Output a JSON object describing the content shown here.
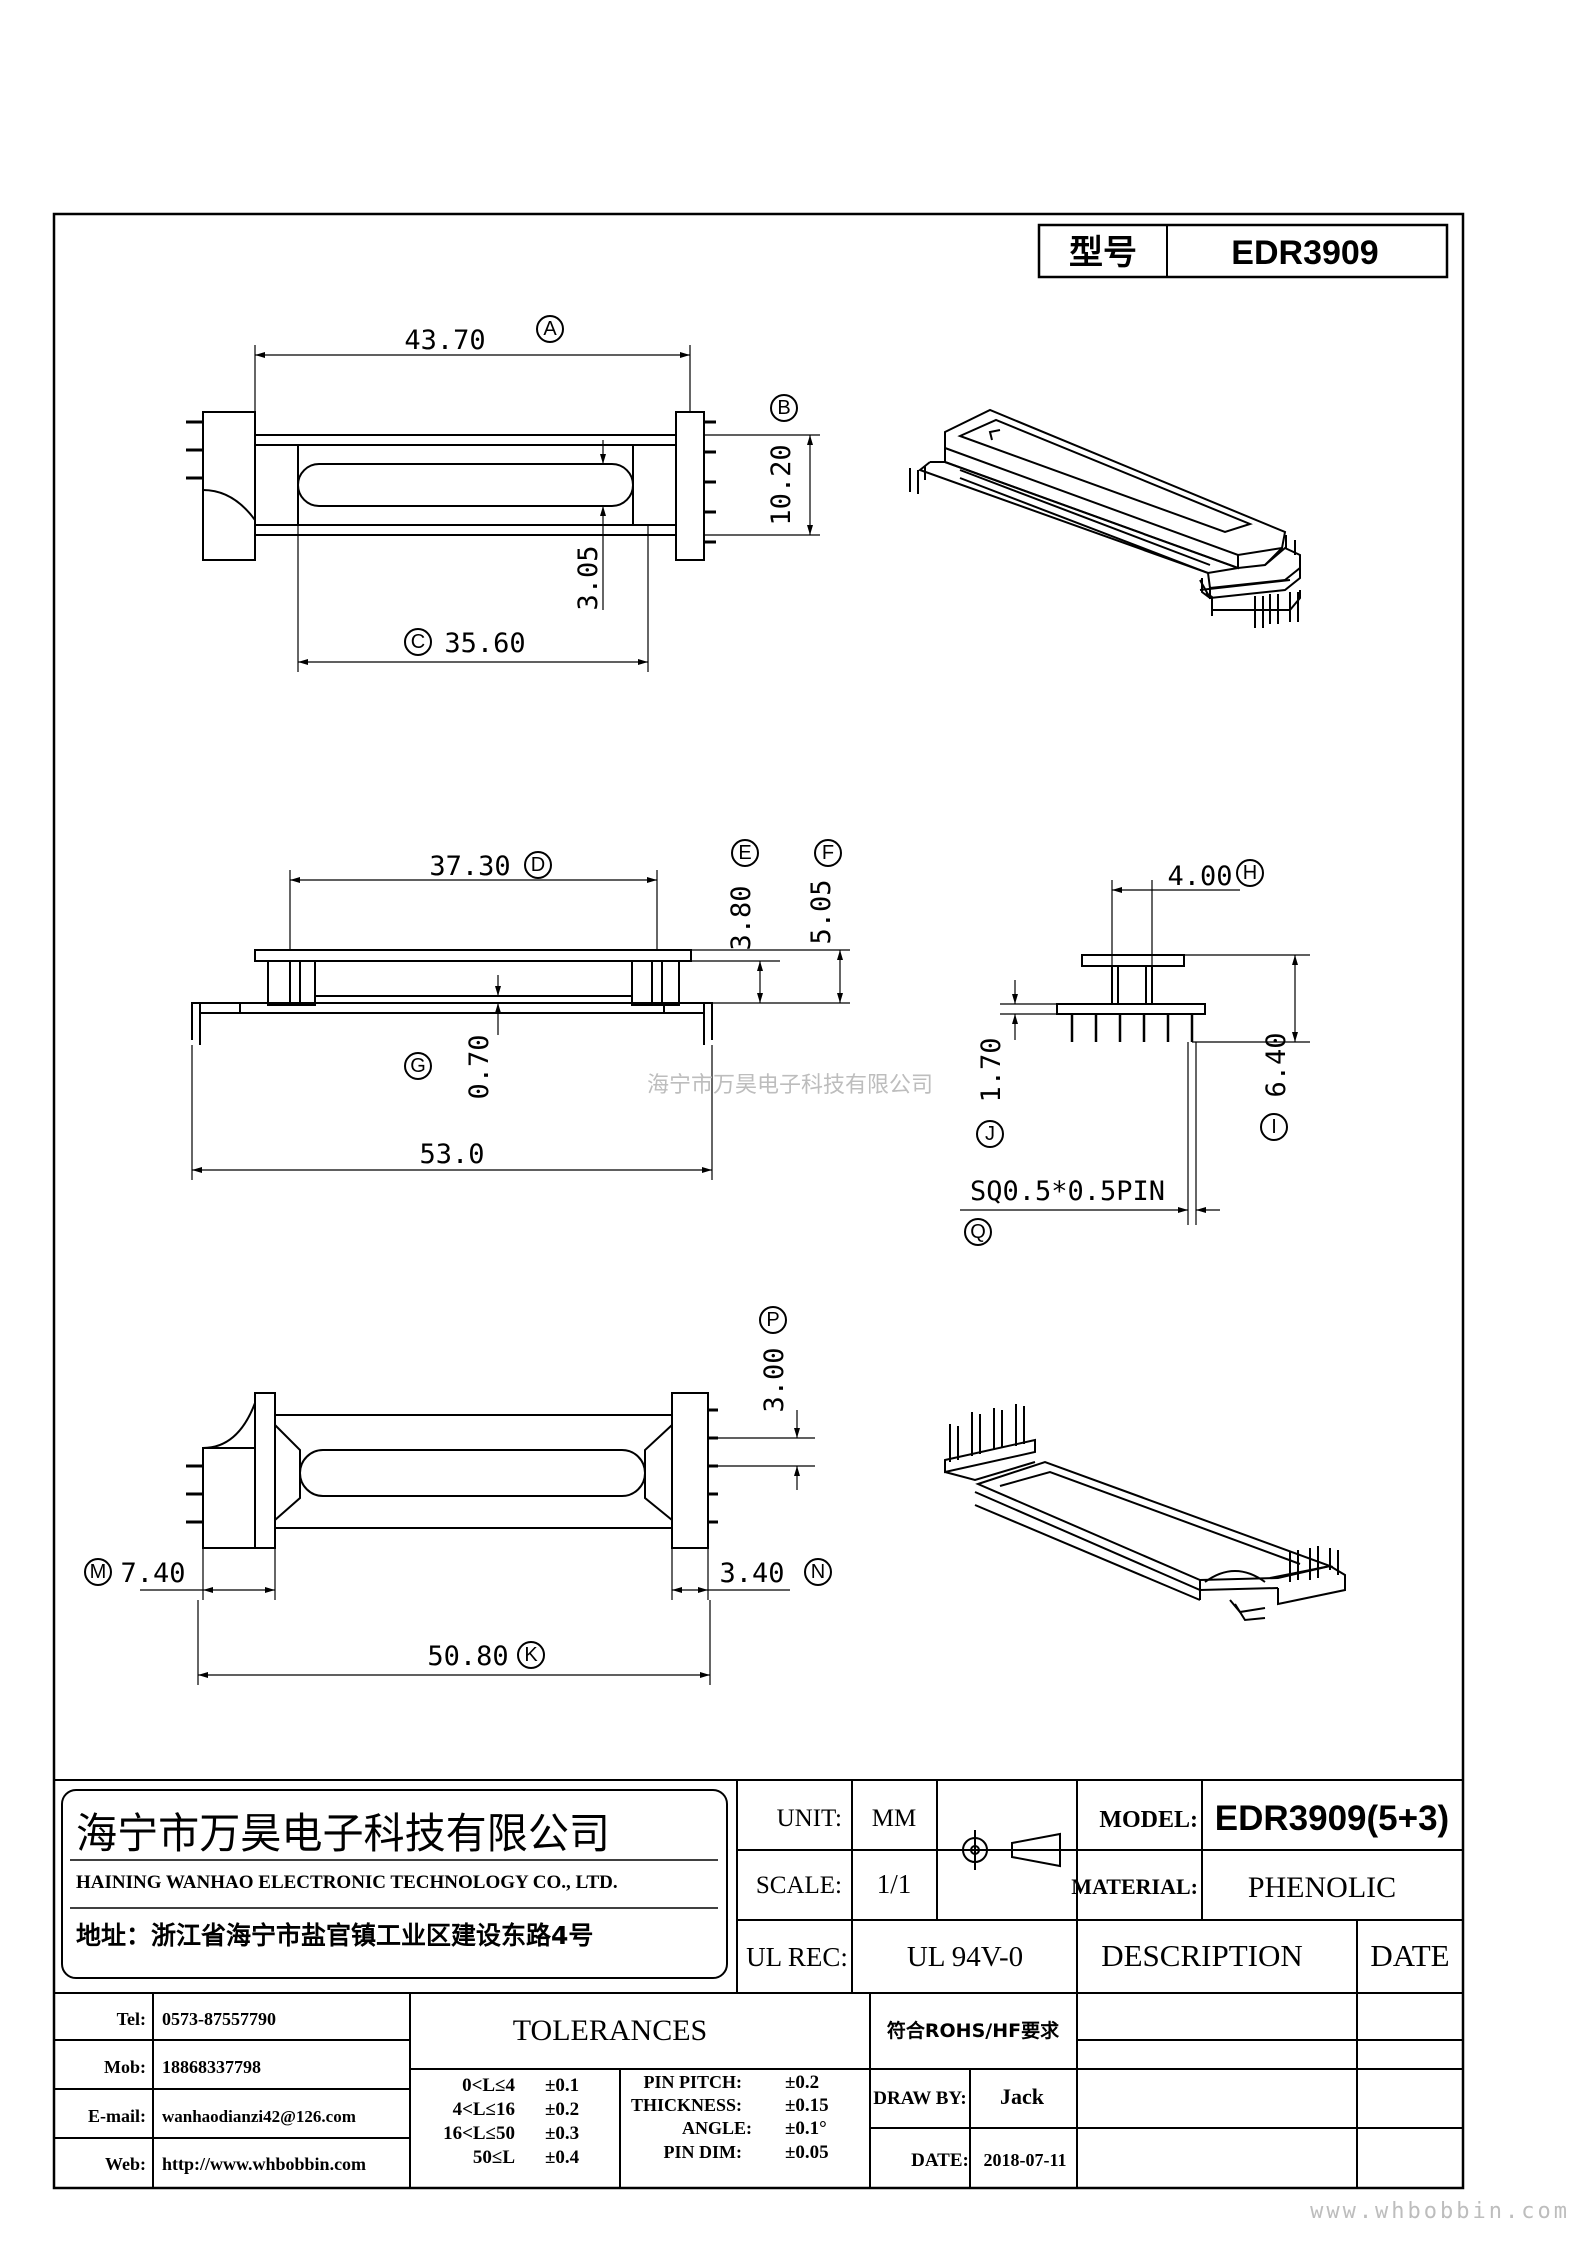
{
  "model_box": {
    "label": "型号",
    "value": "EDR3909"
  },
  "dimensions": {
    "A": {
      "letter": "A",
      "value": "43.70"
    },
    "B": {
      "letter": "B",
      "value": "10.20"
    },
    "C": {
      "letter": "C",
      "value": "35.60"
    },
    "width_305": {
      "value": "3.05"
    },
    "D": {
      "letter": "D",
      "value": "37.30"
    },
    "E": {
      "letter": "E",
      "value": "3.80"
    },
    "F": {
      "letter": "F",
      "value": "5.05"
    },
    "G": {
      "letter": "G",
      "value": "0.70"
    },
    "length_530": {
      "value": "53.0"
    },
    "H": {
      "letter": "H",
      "value": "4.00"
    },
    "I": {
      "letter": "I",
      "value": "6.40"
    },
    "J": {
      "letter": "J",
      "value": "1.70"
    },
    "Q": {
      "letter": "Q",
      "value": "SQ0.5*0.5PIN"
    },
    "P": {
      "letter": "P",
      "value": "3.00"
    },
    "M": {
      "letter": "M",
      "value": "7.40"
    },
    "N": {
      "letter": "N",
      "value": "3.40"
    },
    "K": {
      "letter": "K",
      "value": "50.80"
    }
  },
  "watermark_center": "海宁市万昊电子科技有限公司",
  "watermark_corner": "www.whbobbin.com",
  "company": {
    "name_cn": "海宁市万昊电子科技有限公司",
    "name_en": "HAINING WANHAO ELECTRONIC TECHNOLOGY CO., LTD.",
    "address": "地址：浙江省海宁市盐官镇工业区建设东路4号"
  },
  "contacts": [
    {
      "label": "Tel:",
      "value": "0573-87557790"
    },
    {
      "label": "Mob:",
      "value": "18868337798"
    },
    {
      "label": "E-mail:",
      "value": "wanhaodianzi42@126.com"
    },
    {
      "label": "Web:",
      "value": "http://www.whbobbin.com"
    }
  ],
  "title_block": {
    "unit_label": "UNIT:",
    "unit_value": "MM",
    "scale_label": "SCALE:",
    "scale_value": "1/1",
    "ul_label": "UL REC:",
    "ul_value": "UL 94V-0",
    "model_label": "MODEL:",
    "model_value": "EDR3909(5+3)",
    "material_label": "MATERIAL:",
    "material_value": "PHENOLIC",
    "description_label": "DESCRIPTION",
    "date_label": "DATE",
    "rohs": "符合ROHS/HF要求",
    "draw_by_label": "DRAW BY:",
    "draw_by_value": "Jack",
    "date_field_label": "DATE:",
    "date_field_value": "2018-07-11"
  },
  "tolerances": {
    "title": "TOLERANCES",
    "ranges": [
      {
        "range": "0<L≤4",
        "tol": "±0.1"
      },
      {
        "range": "4<L≤16",
        "tol": "±0.2"
      },
      {
        "range": "16<L≤50",
        "tol": "±0.3"
      },
      {
        "range": "50≤L",
        "tol": "±0.4"
      }
    ],
    "specs": [
      {
        "name": "PIN PITCH:",
        "tol": "±0.2"
      },
      {
        "name": "THICKNESS:",
        "tol": "±0.15"
      },
      {
        "name": "ANGLE:",
        "tol": "±0.1°"
      },
      {
        "name": "PIN DIM:",
        "tol": "±0.05"
      }
    ]
  }
}
